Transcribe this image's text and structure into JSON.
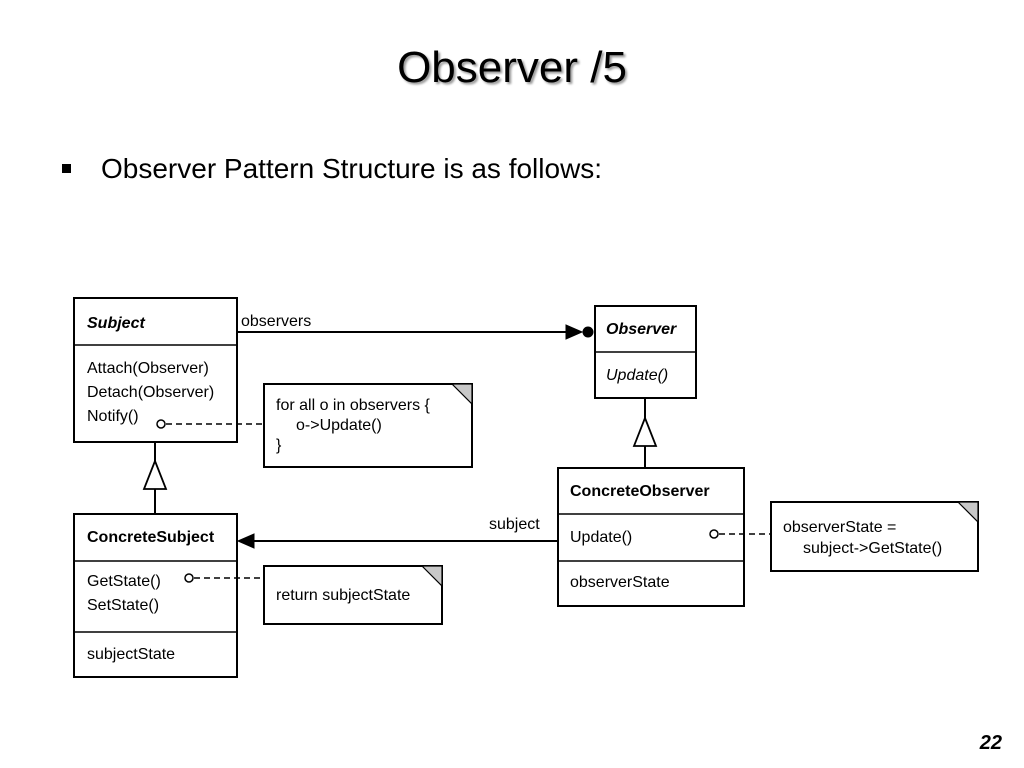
{
  "slide": {
    "title": "Observer /5",
    "bullet": "Observer Pattern Structure is as follows:",
    "page_number": "22"
  },
  "diagram": {
    "subject": {
      "name": "Subject",
      "ops": [
        "Attach(Observer)",
        "Detach(Observer)",
        "Notify()"
      ]
    },
    "observer": {
      "name": "Observer",
      "ops": [
        "Update()"
      ]
    },
    "concrete_subject": {
      "name": "ConcreteSubject",
      "ops": [
        "GetState()",
        "SetState()"
      ],
      "attrs": [
        "subjectState"
      ]
    },
    "concrete_observer": {
      "name": "ConcreteObserver",
      "ops": [
        "Update()"
      ],
      "attrs": [
        "observerState"
      ]
    },
    "associations": {
      "observers": "observers",
      "subject": "subject"
    },
    "notes": {
      "notify": [
        "for all o in observers {",
        "o->Update()",
        "}"
      ],
      "getstate": [
        "return subjectState"
      ],
      "update": [
        "observerState =",
        "subject->GetState()"
      ]
    }
  }
}
